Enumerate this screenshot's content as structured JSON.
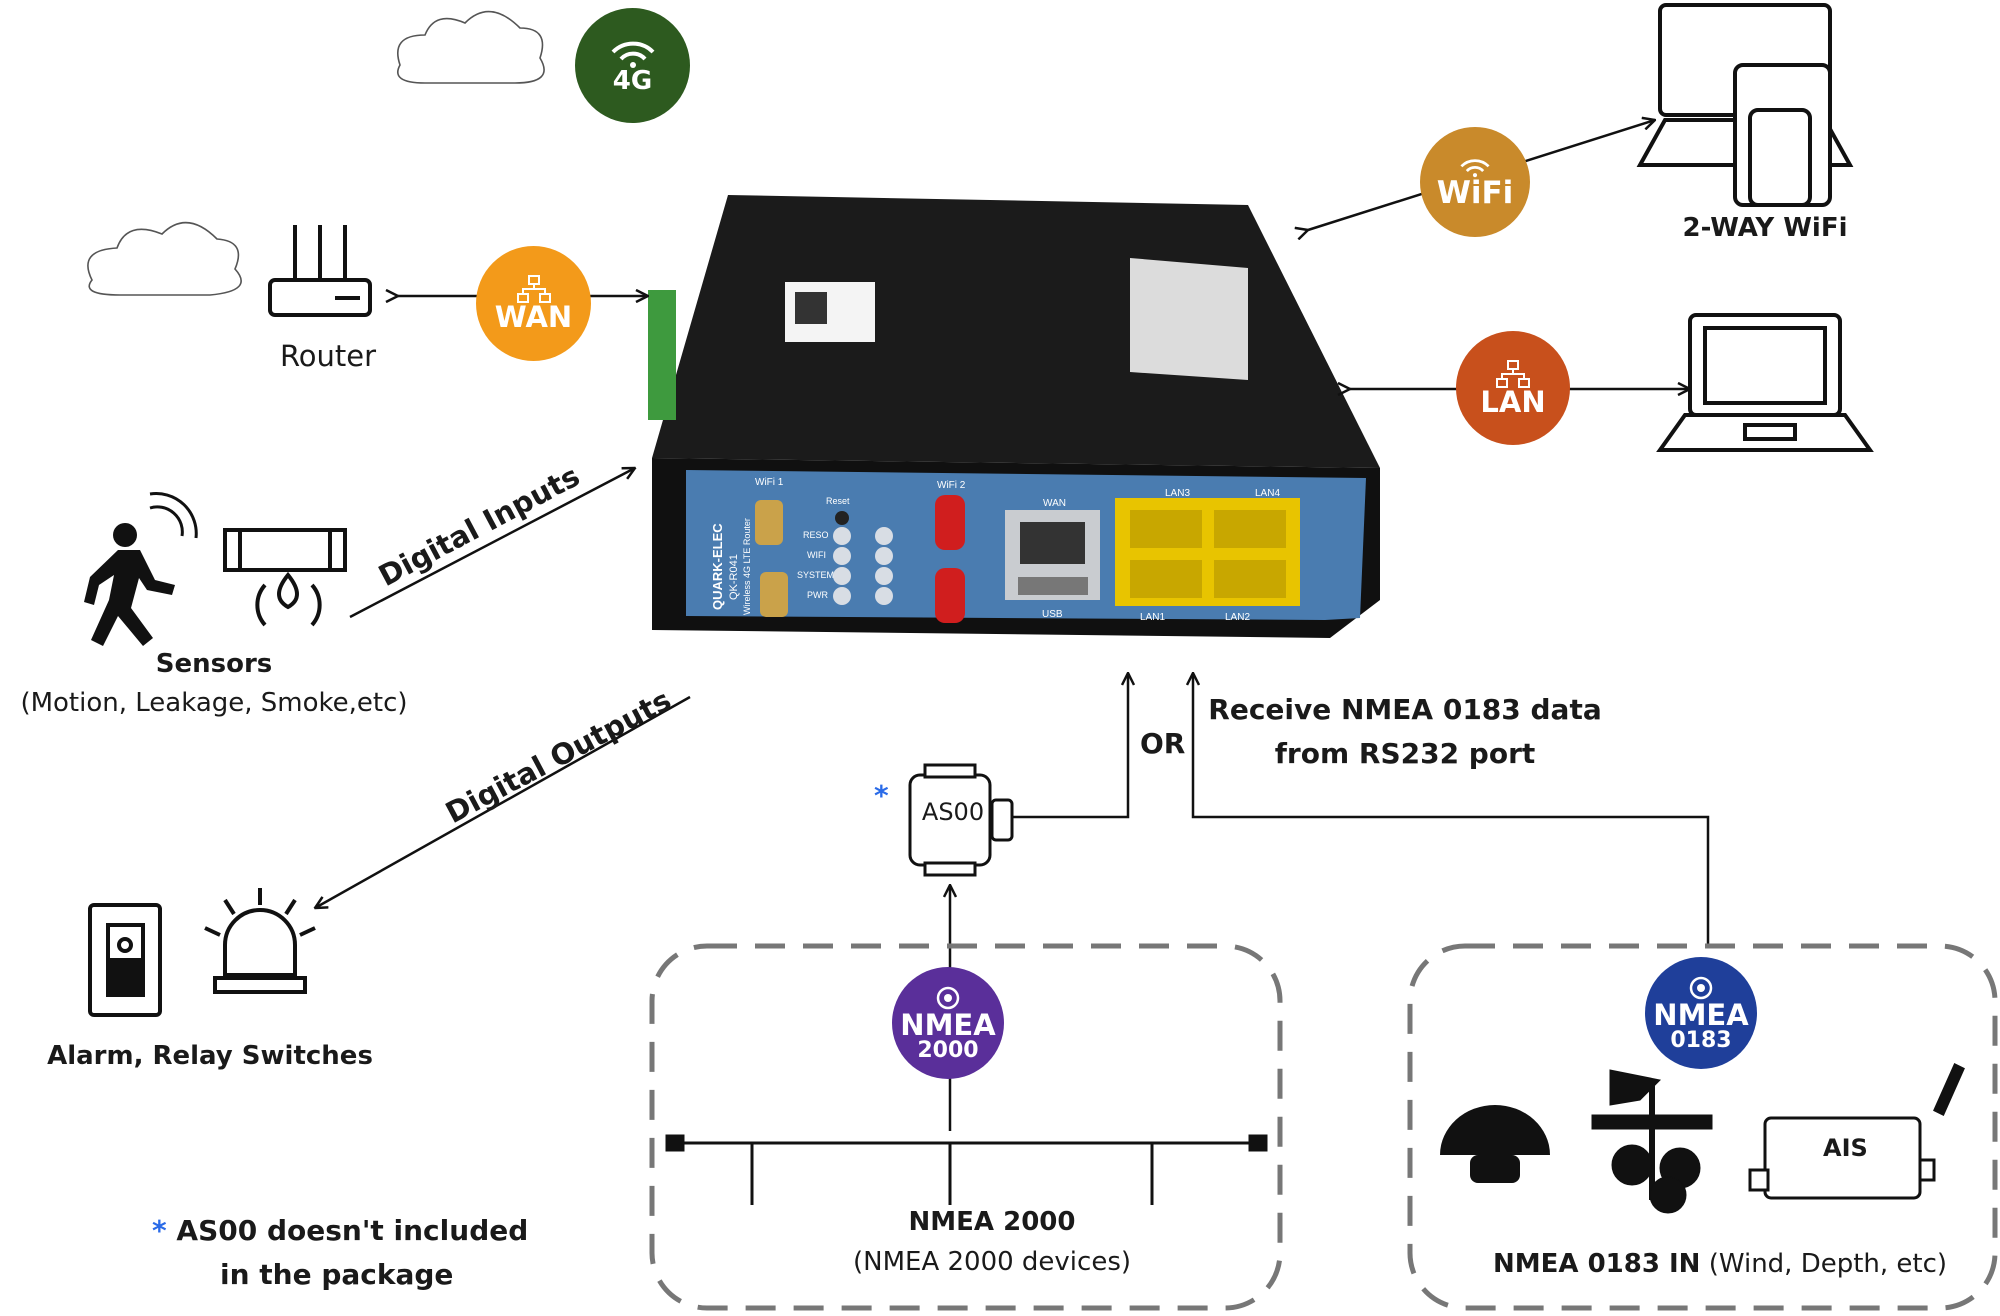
{
  "labels": {
    "router": "Router",
    "two_way_wifi": "2-WAY WiFi",
    "sensors_title": "Sensors",
    "sensors_sub": "(Motion, Leakage, Smoke,etc)",
    "digital_inputs": "Digital Inputs",
    "digital_outputs": "Digital Outputs",
    "alarm": "Alarm, Relay Switches",
    "footnote_star": "*",
    "footnote_line1": "AS00 doesn't included",
    "footnote_line2": "in the package",
    "or": "OR",
    "receive_line1": "Receive NMEA 0183 data",
    "receive_line2": "from RS232 port",
    "as00_star": "*",
    "as00": "AS00",
    "nmea2000_title": "NMEA 2000",
    "nmea2000_sub": "(NMEA 2000 devices)",
    "nmea0183_title": "NMEA 0183 IN",
    "nmea0183_sub": "(Wind, Depth, etc)",
    "ais": "AIS"
  },
  "badges": {
    "g4": {
      "label": "4G",
      "icon": "wifi-icon",
      "color": "#2d5a1f"
    },
    "wan": {
      "label": "WAN",
      "icon": "network-icon",
      "color": "#f39a1a"
    },
    "wifi": {
      "label": "WiFi",
      "icon": "wifi-icon",
      "color": "#c98a2b"
    },
    "lan": {
      "label": "LAN",
      "icon": "network-icon",
      "color": "#c8501c"
    },
    "nmea2000": {
      "label": "NMEA",
      "sub": "2000",
      "icon": "target-icon",
      "color": "#5a2f9a"
    },
    "nmea0183": {
      "label": "NMEA",
      "sub": "0183",
      "icon": "target-icon",
      "color": "#1f3f9a"
    }
  },
  "device": {
    "brand": "QUARK-ELEC",
    "model": "QK-R041",
    "desc": "Wireless 4G LTE Router",
    "port_wifi1": "WiFi 1",
    "port_wifi2": "WiFi 2",
    "port_wan": "WAN",
    "port_usb": "USB",
    "port_lan1": "LAN1",
    "port_lan2": "LAN2",
    "port_lan3": "LAN3",
    "port_lan4": "LAN4",
    "led_reset": "Reset",
    "led_reso": "RESO",
    "led_wifi": "WIFI",
    "led_system": "SYSTEM",
    "led_pwr": "PWR"
  }
}
